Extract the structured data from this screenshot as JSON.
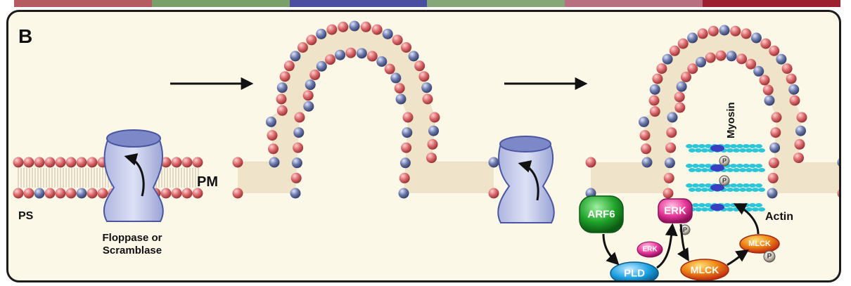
{
  "panel_label": "B",
  "labels": {
    "pm": "PM",
    "ps": "PS",
    "floppase_line1": "Floppase or",
    "floppase_line2": "Scramblase",
    "myosin": "Myosin",
    "actin": "Actin"
  },
  "proteins": {
    "arf6": "ARF6",
    "erk": "ERK",
    "erk_small": "ERK",
    "pld": "PLD",
    "mlck_left": "MLCK",
    "mlck_right": "MLCK",
    "phospho": "P"
  },
  "colors": {
    "pink_head": "#d9686b",
    "blue_head": "#6a78a8",
    "panel_bg": "#fbf8e8",
    "protein_fill": "#c7cde8",
    "actin": "#2cc6d8",
    "arf6": "#1fa32a",
    "erk": "#e8389a",
    "pld": "#1a9fe0",
    "mlck": "#e8561a"
  }
}
